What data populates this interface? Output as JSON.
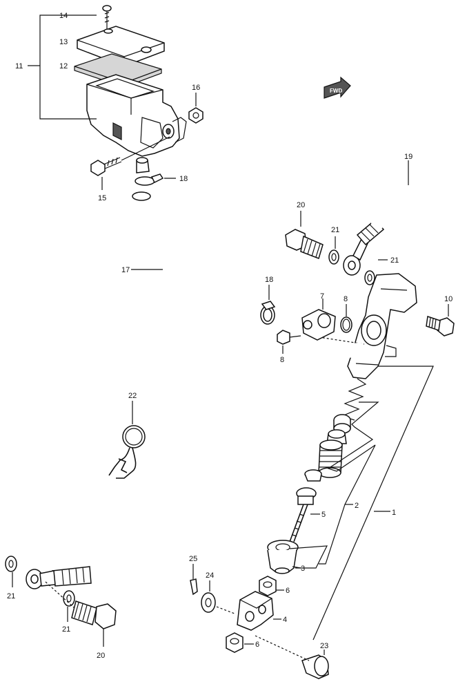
{
  "fwd_badge": "FWD",
  "callouts": {
    "c1": "1",
    "c2": "2",
    "c3": "3",
    "c4": "4",
    "c5": "5",
    "c6a": "6",
    "c6b": "6",
    "c7": "7",
    "c8a": "8",
    "c8b": "8",
    "c10": "10",
    "c11": "11",
    "c12": "12",
    "c13": "13",
    "c14": "14",
    "c15": "15",
    "c16": "16",
    "c17": "17",
    "c18a": "18",
    "c18b": "18",
    "c19": "19",
    "c20a": "20",
    "c20b": "20",
    "c21a": "21",
    "c21b": "21",
    "c21c": "21",
    "c21d": "21",
    "c22": "22",
    "c23": "23",
    "c24": "24",
    "c25": "25"
  }
}
